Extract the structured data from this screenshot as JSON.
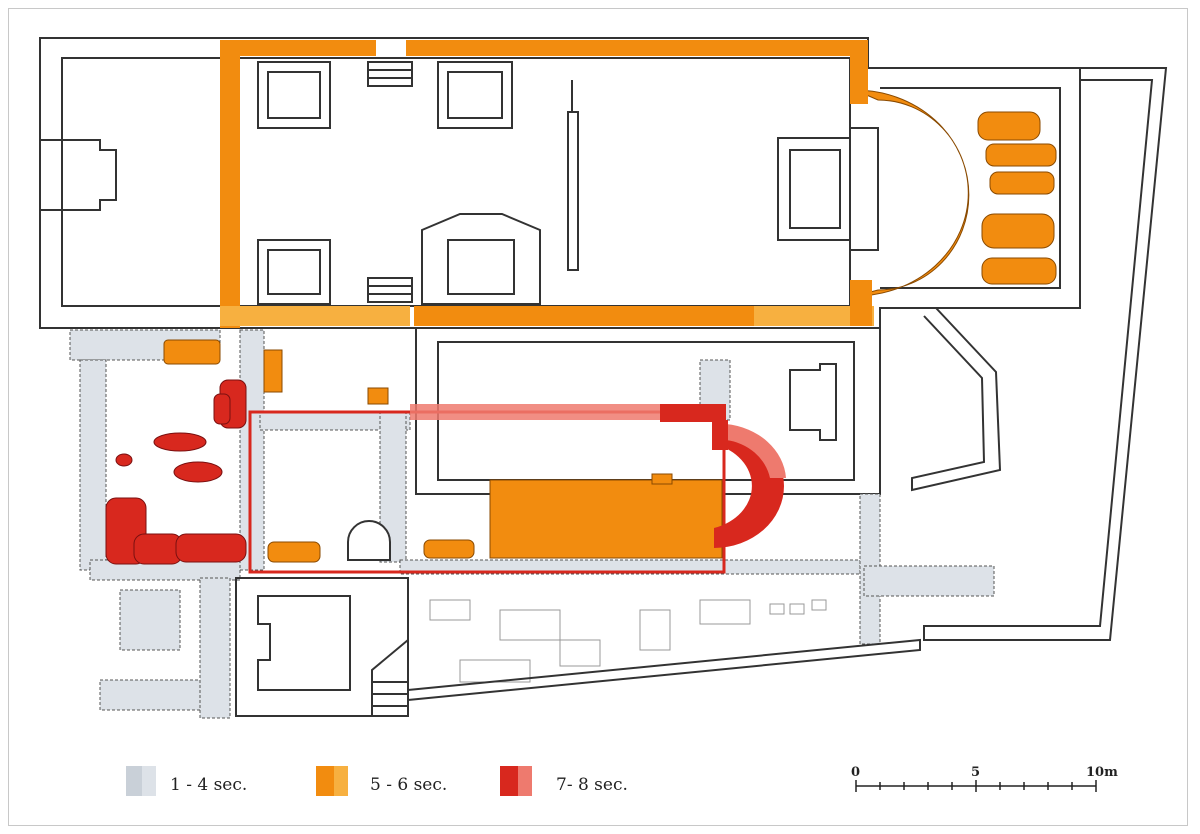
{
  "colors": {
    "period_1": "#c9d0d8",
    "period_1_light": "#dde2e8",
    "period_2": "#f28c0f",
    "period_2_light": "#f7b040",
    "period_3": "#d8281e",
    "period_3_light": "#ee7a6e",
    "wall": "#333333",
    "rubble": "#8a8a8a"
  },
  "legend": {
    "items": [
      {
        "label": "1 - 4 sec."
      },
      {
        "label": "5 - 6 sec."
      },
      {
        "label": "7- 8 sec."
      }
    ]
  },
  "scale": {
    "labels": [
      "0",
      "5",
      "10m"
    ]
  },
  "icons": [
    "stair-icon",
    "apse-icon"
  ]
}
